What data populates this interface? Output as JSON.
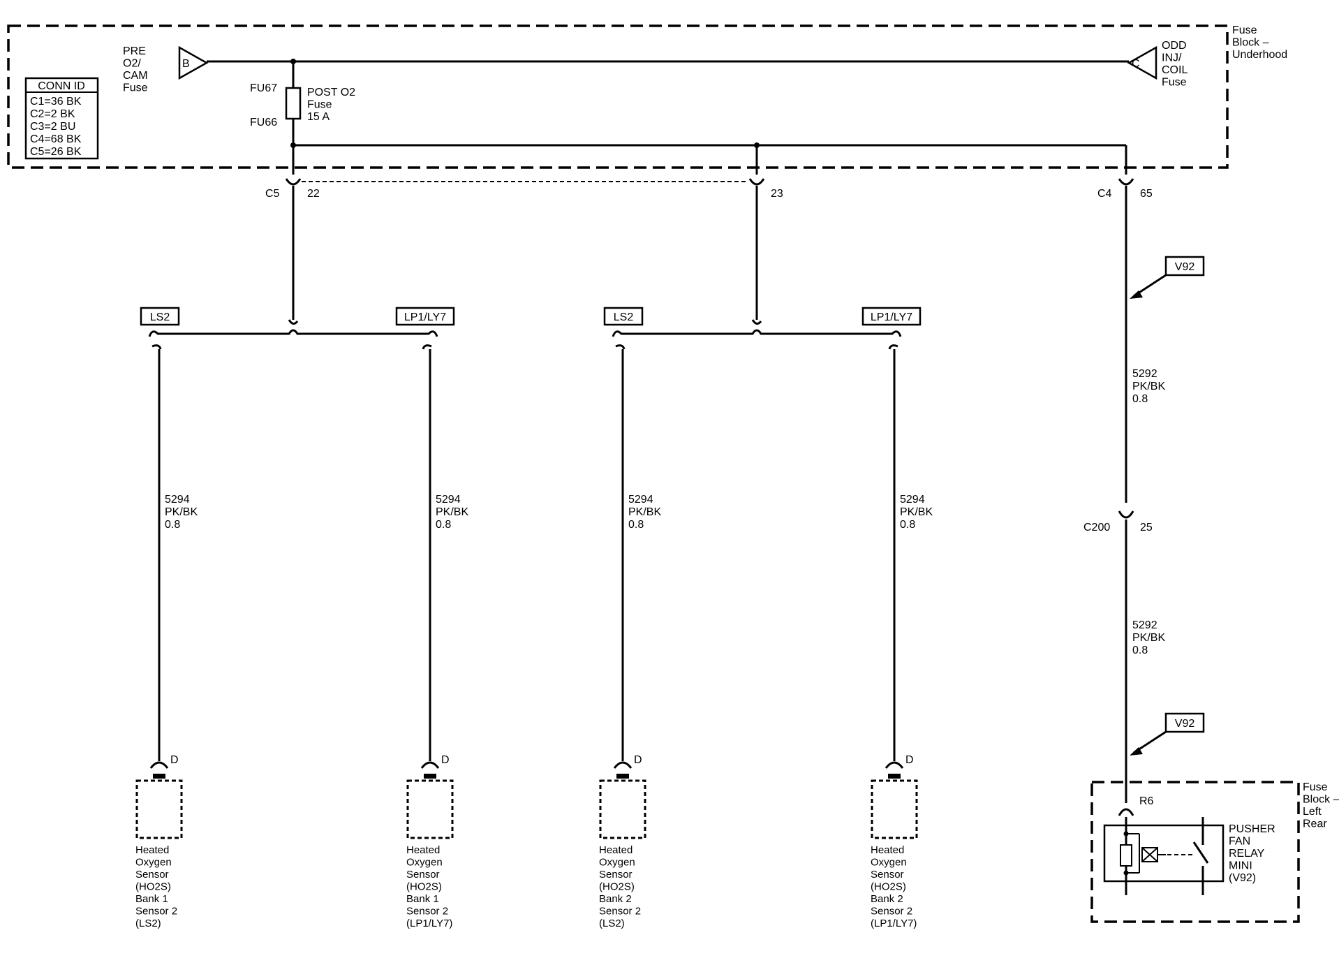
{
  "underhood_block": {
    "title": "Fuse Block – Underhood"
  },
  "conn_id": {
    "header": "CONN ID",
    "rows": [
      "C1=36 BK",
      "C2=2 BK",
      "C3=2 BU",
      "C4=68 BK",
      "C5=26 BK"
    ]
  },
  "fuse_pre": {
    "terminal": "B",
    "label": "PRE O2/ CAM Fuse"
  },
  "fuse_odd": {
    "terminal": "C",
    "label": "ODD INJ/ COIL Fuse"
  },
  "fuse_post": {
    "top_id": "FU67",
    "bottom_id": "FU66",
    "label": "POST O2 Fuse 15 A"
  },
  "connectors": {
    "c5": {
      "name": "C5",
      "pin": "22"
    },
    "c5b": {
      "pin": "23"
    },
    "c4": {
      "name": "C4",
      "pin": "65"
    },
    "c200": {
      "name": "C200",
      "pin": "25"
    },
    "r6": {
      "name": "R6"
    }
  },
  "options": {
    "ls2": "LS2",
    "lp1": "LP1/LY7",
    "v92": "V92"
  },
  "wire_5294": {
    "circuit": "5294",
    "color": "PK/BK",
    "size": "0.8"
  },
  "wire_5292": {
    "circuit": "5292",
    "color": "PK/BK",
    "size": "0.8"
  },
  "sensor_pin": "D",
  "sensors": [
    {
      "label": "Heated Oxygen Sensor (HO2S) Bank 1 Sensor 2 (LS2)"
    },
    {
      "label": "Heated Oxygen Sensor (HO2S) Bank 1 Sensor 2 (LP1/LY7)"
    },
    {
      "label": "Heated Oxygen Sensor (HO2S) Bank 2 Sensor 2 (LS2)"
    },
    {
      "label": "Heated Oxygen Sensor (HO2S) Bank 2 Sensor 2 (LP1/LY7)"
    }
  ],
  "rear_block": {
    "title": "Fuse Block – Left Rear"
  },
  "relay": {
    "label": "PUSHER FAN RELAY MINI (V92)"
  }
}
